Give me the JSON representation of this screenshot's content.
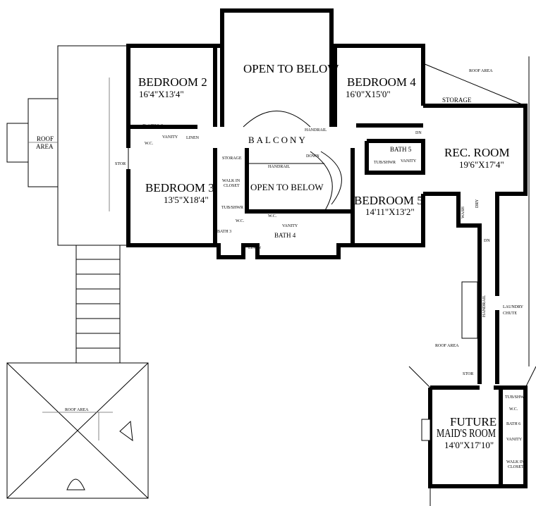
{
  "rooms": {
    "open_top": "OPEN TO BELOW",
    "bedroom2": {
      "name": "BEDROOM 2",
      "dim": "16'4\"X13'4\""
    },
    "bedroom4": {
      "name": "BEDROOM 4",
      "dim": "16'0\"X15'0\""
    },
    "bedroom3": {
      "name": "BEDROOM 3",
      "dim": "13'5\"X18'4\""
    },
    "bedroom5": {
      "name": "BEDROOM 5",
      "dim": "14'11\"X13'2\""
    },
    "rec_room": {
      "name": "REC. ROOM",
      "dim": "19'6\"X17'4\""
    },
    "maids_room": {
      "name1": "FUTURE",
      "name2": "MAID'S ROOM",
      "dim": "14'0\"X17'10\""
    },
    "balcony": "BALCONY",
    "open_mid": "OPEN TO BELOW",
    "roof_area_left": [
      "ROOF",
      "AREA"
    ],
    "roof_area": "ROOF AREA",
    "bath2": "BATH 2",
    "bath3": "BATH 3",
    "bath4": "BATH 4",
    "bath5": "BATH 5",
    "bath6": "BATH 6",
    "storage": "STORAGE",
    "stor": "STOR",
    "walk_in_closet": [
      "WALK IN",
      "CLOSET"
    ],
    "laundry_chute": [
      "LAUNDRY",
      "CHUTE"
    ]
  },
  "fixtures": {
    "tub": "TUB/SHWR",
    "vanity": "VANITY",
    "wc": "W.C.",
    "linen": "LINEN",
    "handrail": "HANDRAIL",
    "down": "DOWN",
    "dn": "DN",
    "wash": "WASH",
    "dry": "DRY"
  }
}
